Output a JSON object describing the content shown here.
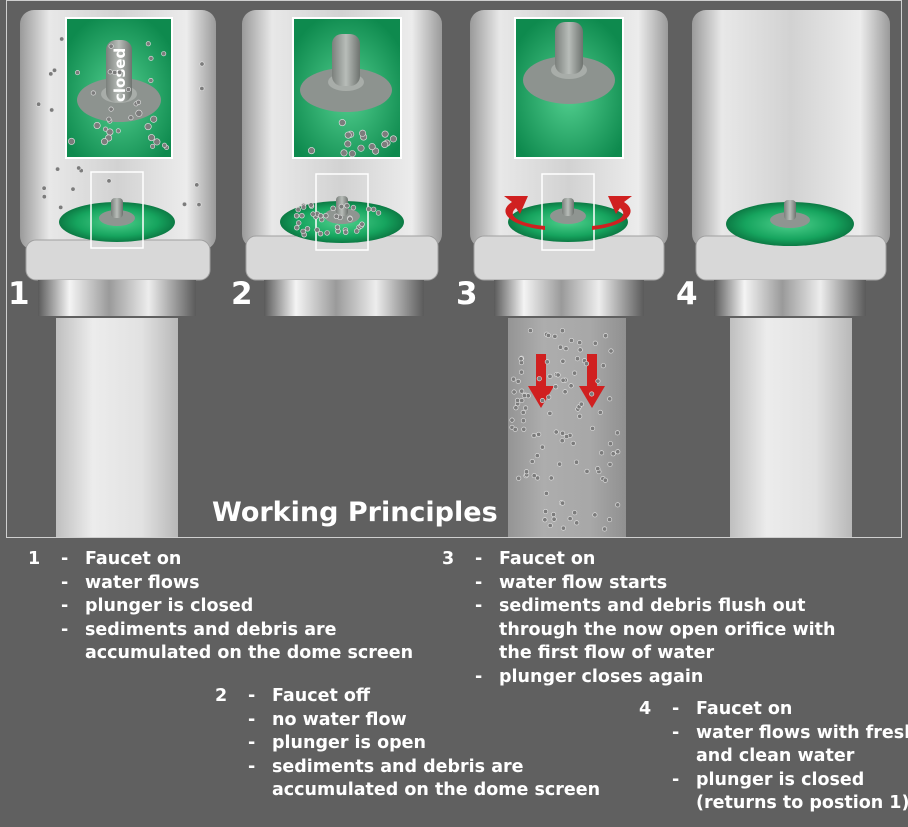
{
  "title": "Working Principles",
  "inset_label": "closed",
  "steps": [
    {
      "number": "1",
      "items": [
        {
          "dash": "-",
          "lines": [
            "Faucet on"
          ]
        },
        {
          "dash": "-",
          "lines": [
            "water flows"
          ]
        },
        {
          "dash": "-",
          "lines": [
            "plunger is closed"
          ]
        },
        {
          "dash": "-",
          "lines": [
            "sediments and debris are",
            "accumulated on the dome screen"
          ]
        }
      ]
    },
    {
      "number": "2",
      "items": [
        {
          "dash": "-",
          "lines": [
            "Faucet off"
          ]
        },
        {
          "dash": "-",
          "lines": [
            "no water flow"
          ]
        },
        {
          "dash": "-",
          "lines": [
            "plunger is open"
          ]
        },
        {
          "dash": "-",
          "lines": [
            "sediments and debris are",
            "accumulated on the dome screen"
          ]
        }
      ]
    },
    {
      "number": "3",
      "items": [
        {
          "dash": "-",
          "lines": [
            "Faucet on"
          ]
        },
        {
          "dash": "-",
          "lines": [
            "water flow starts"
          ]
        },
        {
          "dash": "-",
          "lines": [
            "sediments and debris flush out",
            "through the now open orifice with",
            "the first flow of water"
          ]
        },
        {
          "dash": "-",
          "lines": [
            "plunger closes again"
          ]
        }
      ]
    },
    {
      "number": "4",
      "items": [
        {
          "dash": "-",
          "lines": [
            "Faucet on"
          ]
        },
        {
          "dash": "-",
          "lines": [
            "water flows with fresh",
            "and clean water"
          ]
        },
        {
          "dash": "-",
          "lines": [
            "plunger is closed",
            "(returns to postion 1)"
          ]
        }
      ]
    }
  ],
  "colors": {
    "background": "#606060",
    "plunger_green": "#1fae6a",
    "plunger_grey": "#8d938f",
    "arrow_red": "#d02020",
    "text": "#ffffff"
  }
}
